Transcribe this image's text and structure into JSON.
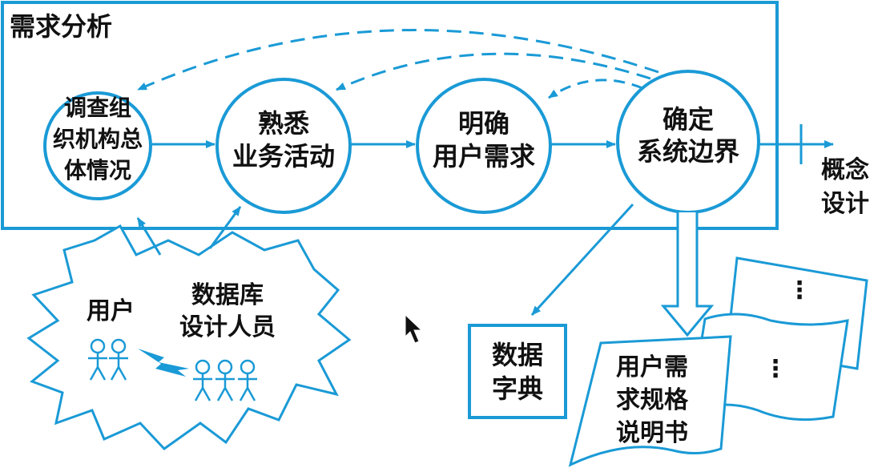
{
  "diagram": {
    "frame_title": "需求分析",
    "colors": {
      "stroke": "#1a9ad6",
      "text": "#111111",
      "background": "#ffffff"
    },
    "process_circles": [
      {
        "id": "survey",
        "lines": [
          "调查组",
          "织机构总",
          "体情况"
        ]
      },
      {
        "id": "familiarize",
        "lines": [
          "熟悉",
          "业务活动"
        ]
      },
      {
        "id": "clarify",
        "lines": [
          "明确",
          "用户需求"
        ]
      },
      {
        "id": "boundary",
        "lines": [
          "确定",
          "系统边界"
        ]
      }
    ],
    "next_phase": {
      "lines": [
        "概念",
        "设计"
      ]
    },
    "participants": {
      "users": "用户",
      "designers": [
        "数据库",
        "设计人员"
      ]
    },
    "outputs": {
      "data_dictionary": [
        "数据",
        "字典"
      ],
      "requirements_spec": [
        "用户需",
        "求规格",
        "说明书"
      ],
      "ellipsis": "⋮"
    }
  }
}
